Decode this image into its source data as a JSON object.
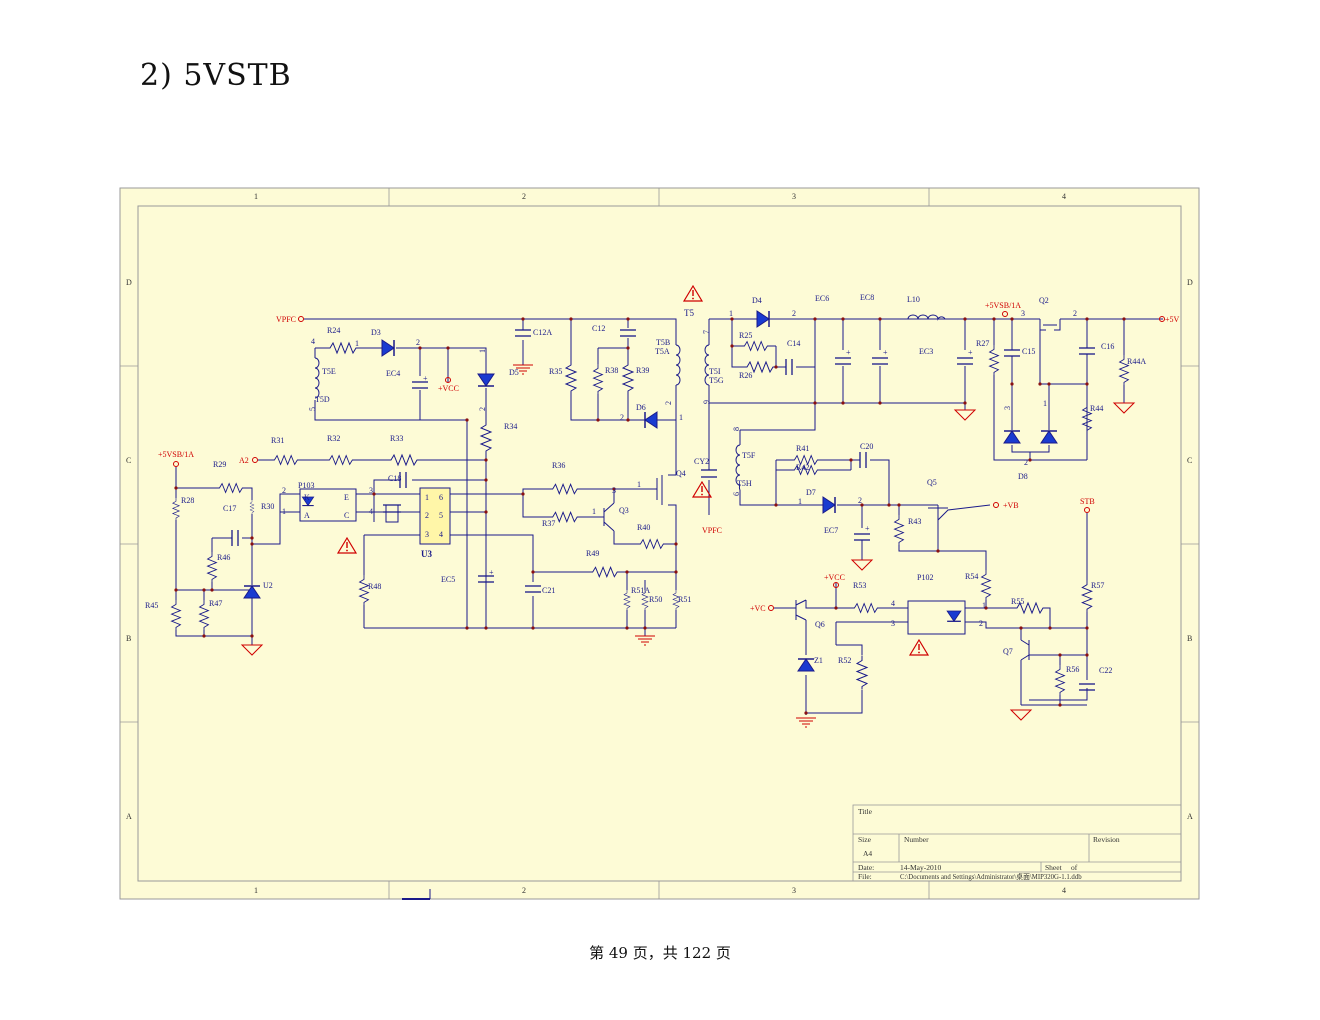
{
  "heading": "2) 5VSTB",
  "footer": "第 49 页，共 122 页",
  "frame": {
    "zones_top": [
      "1",
      "2",
      "3",
      "4"
    ],
    "zones_side": [
      "D",
      "C",
      "B",
      "A"
    ]
  },
  "title_block": {
    "title_label": "Title",
    "size_label": "Size",
    "size_value": "A4",
    "number_label": "Number",
    "revision_label": "Revision",
    "date_label": "Date:",
    "date_value": "14-May-2010",
    "file_label": "File:",
    "file_value": "C:\\Documents and Settings\\Administrator\\桌面\\MIP320G-1.1.ddb",
    "sheet_label": "Sheet",
    "of_label": "of"
  },
  "nets": {
    "vpfc": "VPFC",
    "vpfc2": "VPFC",
    "vsb_left": "+5VSB/1A",
    "vsb_right": "+5VSB/1A",
    "vcc1": "+VCC",
    "vcc2": "+VCC",
    "a2": "A2",
    "plus5v": "+5V",
    "vb": "+VB",
    "vc": "+VC",
    "stb": "STB"
  },
  "parts": {
    "R24": "R24",
    "D3": "D3",
    "T5E": "T5E",
    "T5D": "T5D",
    "EC4": "EC4",
    "D5": "D5",
    "C12A": "C12A",
    "C12": "C12",
    "R35": "R35",
    "R38": "R38",
    "R39": "R39",
    "T5B": "T5B",
    "T5A": "T5A",
    "T5": "T5",
    "D6": "D6",
    "R34": "R34",
    "R31": "R31",
    "R32": "R32",
    "R33": "R33",
    "R29": "R29",
    "R28": "R28",
    "P103": "P103",
    "R30": "R30",
    "C17": "C17",
    "C18": "C18",
    "R46": "R46",
    "R47": "R47",
    "R45": "R45",
    "U2": "U2",
    "U3": "U3",
    "R48": "R48",
    "EC5": "EC5",
    "C21": "C21",
    "R36": "R36",
    "R37": "R37",
    "Q3": "Q3",
    "Q4": "Q4",
    "R40": "R40",
    "R49": "R49",
    "R51A": "R51A",
    "R50": "R50",
    "R51": "R51",
    "D4": "D4",
    "R25": "R25",
    "R26": "R26",
    "C14": "C14",
    "EC6": "EC6",
    "EC8": "EC8",
    "L10": "L10",
    "EC3": "EC3",
    "T5I": "T5I",
    "T5G": "T5G",
    "CY2": "CY2",
    "T5F": "T5F",
    "T5H": "T5H",
    "R41": "R41",
    "R42": "R42",
    "C20": "C20",
    "D7": "D7",
    "EC7": "EC7",
    "R43": "R43",
    "Q5": "Q5",
    "Q2": "Q2",
    "R27": "R27",
    "C15": "C15",
    "C16": "C16",
    "R44A": "R44A",
    "R44": "R44",
    "D8": "D8",
    "Q6": "Q6",
    "Z1": "Z1",
    "R53": "R53",
    "R52": "R52",
    "P102": "P102",
    "R54": "R54",
    "R55": "R55",
    "Q7": "Q7",
    "R56": "R56",
    "R57": "R57",
    "C22": "C22"
  },
  "pins": {
    "p1": "1",
    "p2": "2",
    "p3": "3",
    "p4": "4",
    "p5": "5",
    "p6": "6",
    "p7": "7",
    "p8": "8",
    "p9": "9",
    "K": "K",
    "A": "A",
    "E": "E",
    "C": "C"
  },
  "colors": {
    "paper": "#fdfbd6",
    "wire": "#1a1a8a",
    "net": "#d00000",
    "junction": "#8a1010",
    "ic": "#fff6a8"
  }
}
